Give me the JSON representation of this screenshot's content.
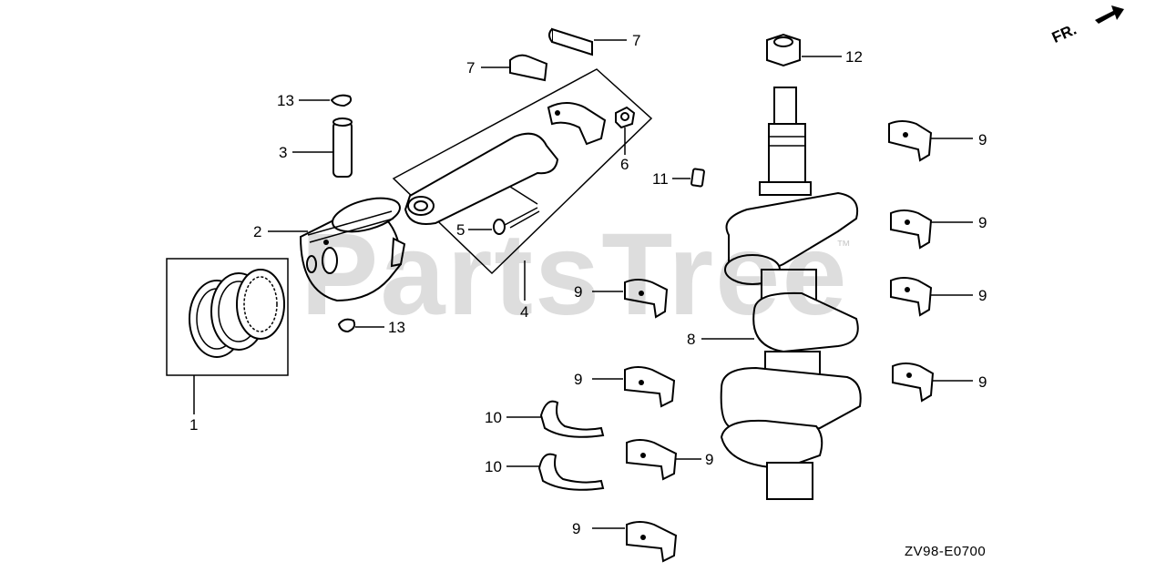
{
  "watermark": "PartsTree",
  "trademark": "™",
  "diagram_code": "ZV98-E0700",
  "orientation_label": "FR.",
  "callouts": {
    "c1": "1",
    "c2": "2",
    "c3": "3",
    "c4": "4",
    "c5": "5",
    "c6": "6",
    "c7a": "7",
    "c7b": "7",
    "c8": "8",
    "c9a": "9",
    "c9b": "9",
    "c9c": "9",
    "c9d": "9",
    "c9e": "9",
    "c9f": "9",
    "c9g": "9",
    "c9h": "9",
    "c10a": "10",
    "c10b": "10",
    "c11": "11",
    "c12": "12",
    "c13a": "13",
    "c13b": "13"
  }
}
